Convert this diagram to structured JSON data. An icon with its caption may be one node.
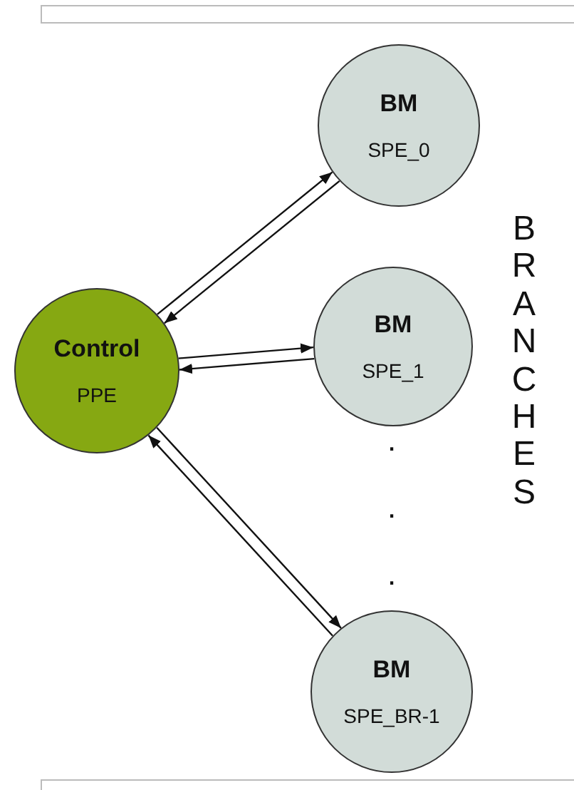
{
  "diagram": {
    "nodes": [
      {
        "text": [
          "Control",
          "PPE"
        ]
      },
      {
        "text": [
          "BM",
          "SPE_0"
        ]
      },
      {
        "text": [
          "BM",
          "SPE_1"
        ]
      },
      {
        "text": [
          "BM",
          "SPE_BR-1"
        ]
      }
    ],
    "edges": [
      {
        "from": 0,
        "to": 1,
        "arrow": "to"
      },
      {
        "from": 1,
        "to": 0,
        "arrow": "to"
      },
      {
        "from": 0,
        "to": 2,
        "arrow": "to"
      },
      {
        "from": 2,
        "to": 0,
        "arrow": "to"
      },
      {
        "from": 0,
        "to": 3,
        "arrow": "to"
      },
      {
        "from": 3,
        "to": 0,
        "arrow": "to"
      }
    ],
    "labels": [
      ".",
      ".",
      ".",
      "BRANCHES"
    ]
  }
}
